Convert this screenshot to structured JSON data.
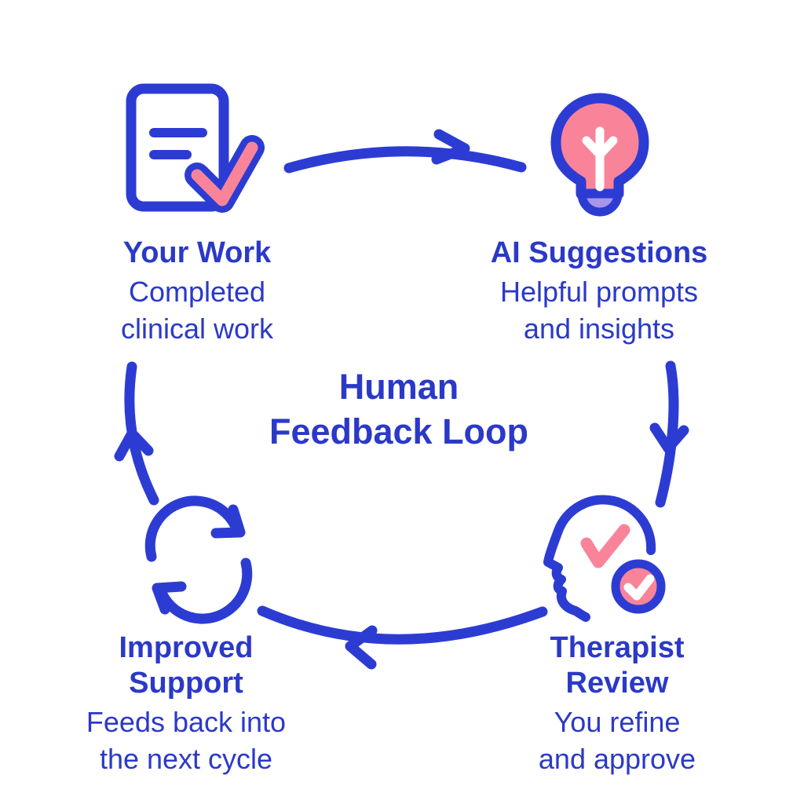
{
  "diagram_title": {
    "line1": "Human",
    "line2": "Feedback Loop"
  },
  "nodes": {
    "your_work": {
      "title_line1": "Your Work",
      "subtitle_line1": "Completed",
      "subtitle_line2": "clinical work",
      "icon": "document-with-checkmark"
    },
    "ai_suggestions": {
      "title_line1": "AI Suggestions",
      "subtitle_line1": "Helpful prompts",
      "subtitle_line2": "and insights",
      "icon": "lightbulb"
    },
    "therapist_review": {
      "title_line1": "Therapist",
      "title_line2": "Review",
      "subtitle_line1": "You refine",
      "subtitle_line2": "and approve",
      "icon": "head-profile-with-checkmarks"
    },
    "improved_support": {
      "title_line1": "Improved",
      "title_line2": "Support",
      "subtitle_line1": "Feeds back into",
      "subtitle_line2": "the next cycle",
      "icon": "refresh-cycle-arrows"
    }
  },
  "flow": {
    "direction": "clockwise",
    "arrows": [
      {
        "from": "your_work",
        "to": "ai_suggestions"
      },
      {
        "from": "ai_suggestions",
        "to": "therapist_review"
      },
      {
        "from": "therapist_review",
        "to": "improved_support"
      },
      {
        "from": "improved_support",
        "to": "your_work"
      }
    ]
  },
  "colors": {
    "line_blue": "#2C3CD3",
    "text_blue": "#2B39C8",
    "accent_pink": "#F9849A",
    "accent_purple": "#A896E8",
    "filament_white": "#FFFFFF",
    "background": "#FFFFFF"
  }
}
